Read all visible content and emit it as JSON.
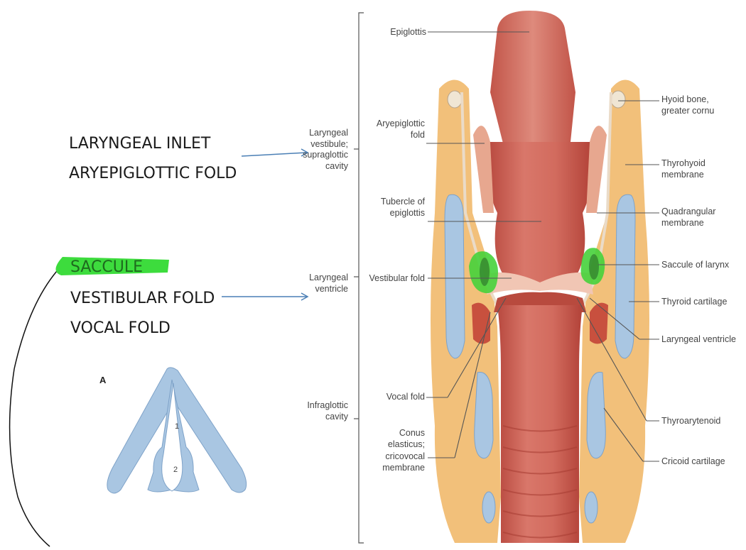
{
  "notes": {
    "line1": "LARYNGEAL INLET",
    "line2": "ARYEPIGLOTTIC FOLD",
    "highlight": "SACCULE",
    "line4": "VESTIBULAR FOLD",
    "line5": "VOCAL FOLD"
  },
  "highlight_color": "#3ddc3d",
  "arrow_color": "#4a7fb5",
  "regions": {
    "vestibule": [
      "Laryngeal",
      "vestibule;",
      "supraglottic",
      "cavity"
    ],
    "ventricle": [
      "Laryngeal",
      "ventricle"
    ],
    "infraglottic": [
      "Infraglottic",
      "cavity"
    ]
  },
  "left_labels": {
    "epiglottis": "Epiglottis",
    "aryepiglottic": [
      "Aryepiglottic",
      "fold"
    ],
    "tubercle": [
      "Tubercle of",
      "epiglottis"
    ],
    "vestibular": "Vestibular fold",
    "vocal": "Vocal fold",
    "conus": [
      "Conus",
      "elasticus;",
      "cricovocal",
      "membrane"
    ]
  },
  "right_labels": {
    "hyoid": [
      "Hyoid bone,",
      "greater cornu"
    ],
    "thyrohyoid": [
      "Thyrohyoid",
      "membrane"
    ],
    "quadrangular": [
      "Quadrangular",
      "membrane"
    ],
    "saccule": "Saccule of larynx",
    "thyroid": "Thyroid cartilage",
    "ventricle": "Laryngeal ventricle",
    "thyroarytenoid": "Thyroarytenoid",
    "cricoid": "Cricoid cartilage"
  },
  "inset": {
    "letter": "A",
    "mark1": "1",
    "mark2": "2"
  }
}
